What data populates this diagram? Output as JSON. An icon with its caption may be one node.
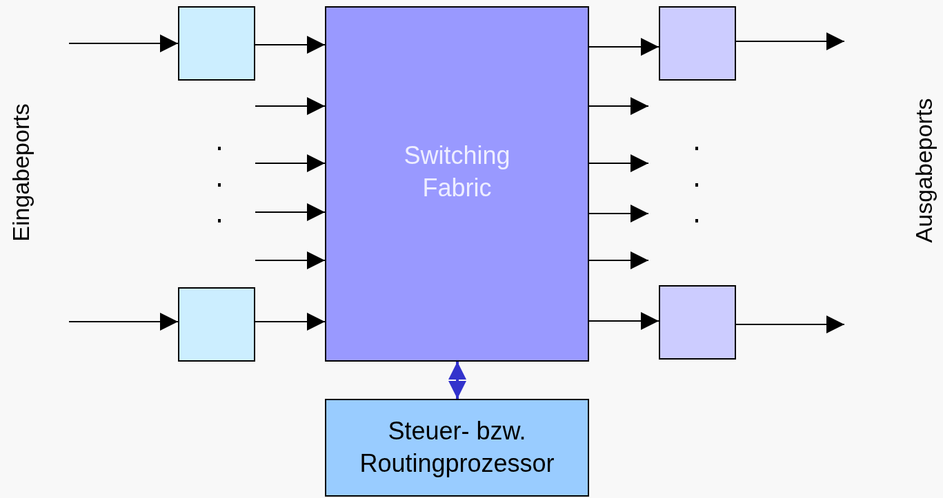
{
  "diagram": {
    "nodes": [
      {
        "text": [],
        "shape": "box"
      },
      {
        "text": [],
        "shape": "box"
      },
      {
        "text": [
          "Switching Fabric"
        ]
      },
      {
        "text": [],
        "shape": "box"
      },
      {
        "text": [],
        "shape": "box"
      },
      {
        "text": [
          "Steuer- bzw. Routingprozessor"
        ]
      }
    ],
    "edges": [
      {
        "from": null,
        "to": 0,
        "arrow": "to"
      },
      {
        "from": 0,
        "to": 2,
        "arrow": "to"
      },
      {
        "from": null,
        "to": 2,
        "arrow": "to"
      },
      {
        "from": null,
        "to": 2,
        "arrow": "to"
      },
      {
        "from": null,
        "to": 2,
        "arrow": "to"
      },
      {
        "from": null,
        "to": 2,
        "arrow": "to"
      },
      {
        "from": null,
        "to": 1,
        "arrow": "to"
      },
      {
        "from": 1,
        "to": 2,
        "arrow": "to"
      },
      {
        "from": 2,
        "to": 3,
        "arrow": "to"
      },
      {
        "from": 2,
        "to": null,
        "arrow": "to"
      },
      {
        "from": 2,
        "to": null,
        "arrow": "to"
      },
      {
        "from": 2,
        "to": null,
        "arrow": "to"
      },
      {
        "from": 2,
        "to": null,
        "arrow": "to"
      },
      {
        "from": 2,
        "to": 4,
        "arrow": "to"
      },
      {
        "from": 3,
        "to": null,
        "arrow": "to"
      },
      {
        "from": 4,
        "to": null,
        "arrow": "to"
      },
      {
        "from": 5,
        "to": 2,
        "arrow": "both",
        "color": "#3333cc"
      }
    ],
    "labels": [
      "Eingabeports",
      "Ausgabeports"
    ]
  }
}
